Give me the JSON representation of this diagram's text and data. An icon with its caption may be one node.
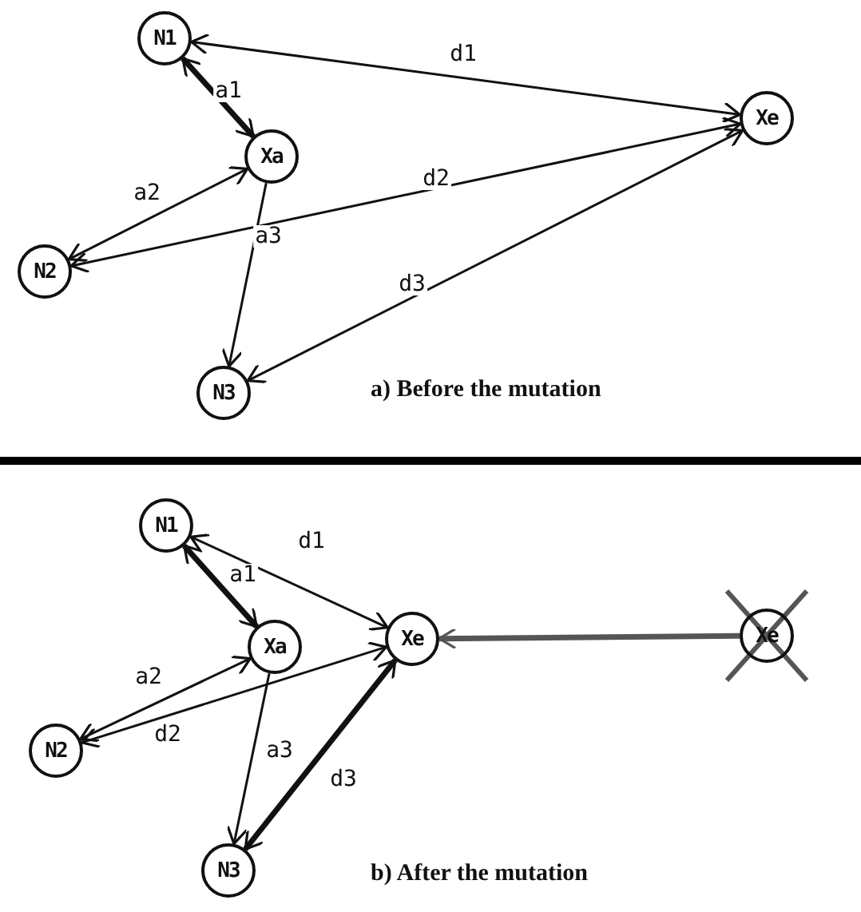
{
  "diagram": {
    "nodes": [
      {
        "text": [
          "N1"
        ]
      },
      {
        "text": [
          "Xa"
        ]
      },
      {
        "text": [
          "N2"
        ]
      },
      {
        "text": [
          "N3"
        ]
      },
      {
        "text": [
          "Xe"
        ]
      },
      {
        "text": [
          "N1"
        ]
      },
      {
        "text": [
          "Xa"
        ]
      },
      {
        "text": [
          "N2"
        ]
      },
      {
        "text": [
          "N3"
        ]
      },
      {
        "text": [
          "Xe"
        ]
      },
      {
        "text": [
          "Xe"
        ]
      }
    ],
    "edges": [
      {
        "from": 0,
        "to": 1,
        "arrow": "both",
        "label": "a1",
        "style": "thick"
      },
      {
        "from": 2,
        "to": 1,
        "arrow": "both",
        "label": "a2"
      },
      {
        "from": 1,
        "to": 3,
        "arrow": "to",
        "label": "a3"
      },
      {
        "from": 0,
        "to": 4,
        "arrow": "both",
        "label": "d1"
      },
      {
        "from": 2,
        "to": 4,
        "arrow": "both",
        "label": "d2"
      },
      {
        "from": 3,
        "to": 4,
        "arrow": "both",
        "label": "d3"
      },
      {
        "from": 5,
        "to": 9,
        "arrow": "both",
        "label": "d1"
      },
      {
        "from": 5,
        "to": 6,
        "arrow": "both",
        "label": "a1",
        "style": "thick"
      },
      {
        "from": 7,
        "to": 6,
        "arrow": "both",
        "label": "a2"
      },
      {
        "from": 7,
        "to": 9,
        "arrow": "both",
        "label": "d2"
      },
      {
        "from": 6,
        "to": 8,
        "arrow": "to",
        "label": "a3"
      },
      {
        "from": 8,
        "to": 9,
        "arrow": "both",
        "label": "d3",
        "style": "thick"
      },
      {
        "from": 10,
        "to": 9,
        "arrow": "to",
        "style": "thick",
        "color": "#555555"
      }
    ],
    "labels": [
      "a) Before the mutation",
      "b) After the mutation"
    ]
  }
}
